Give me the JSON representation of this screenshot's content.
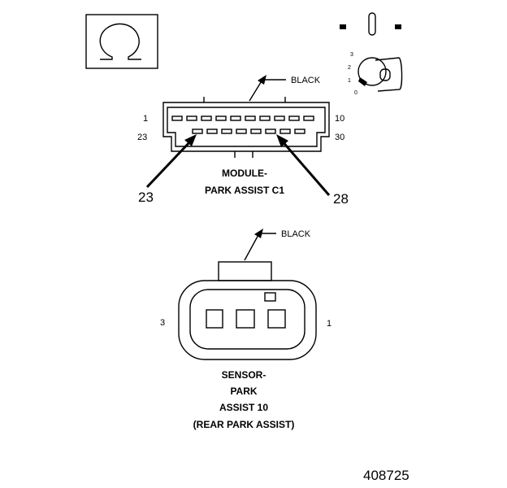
{
  "module_connector": {
    "color_label": "BLACK",
    "pin_start_top": "1",
    "pin_end_top": "10",
    "pin_start_bottom": "23",
    "pin_end_bottom": "30",
    "title_line1": "MODULE-",
    "title_line2": "PARK ASSIST C1",
    "callout_left": "23",
    "callout_right": "28"
  },
  "sensor_connector": {
    "color_label": "BLACK",
    "pin_left": "3",
    "pin_right": "1",
    "title_line1": "SENSOR-",
    "title_line2": "PARK",
    "title_line3": "ASSIST 10",
    "title_line4": "(REAR PARK ASSIST)"
  },
  "key_icon": {
    "positions": [
      "3",
      "2",
      "1",
      "0"
    ]
  },
  "figure_number": "408725"
}
